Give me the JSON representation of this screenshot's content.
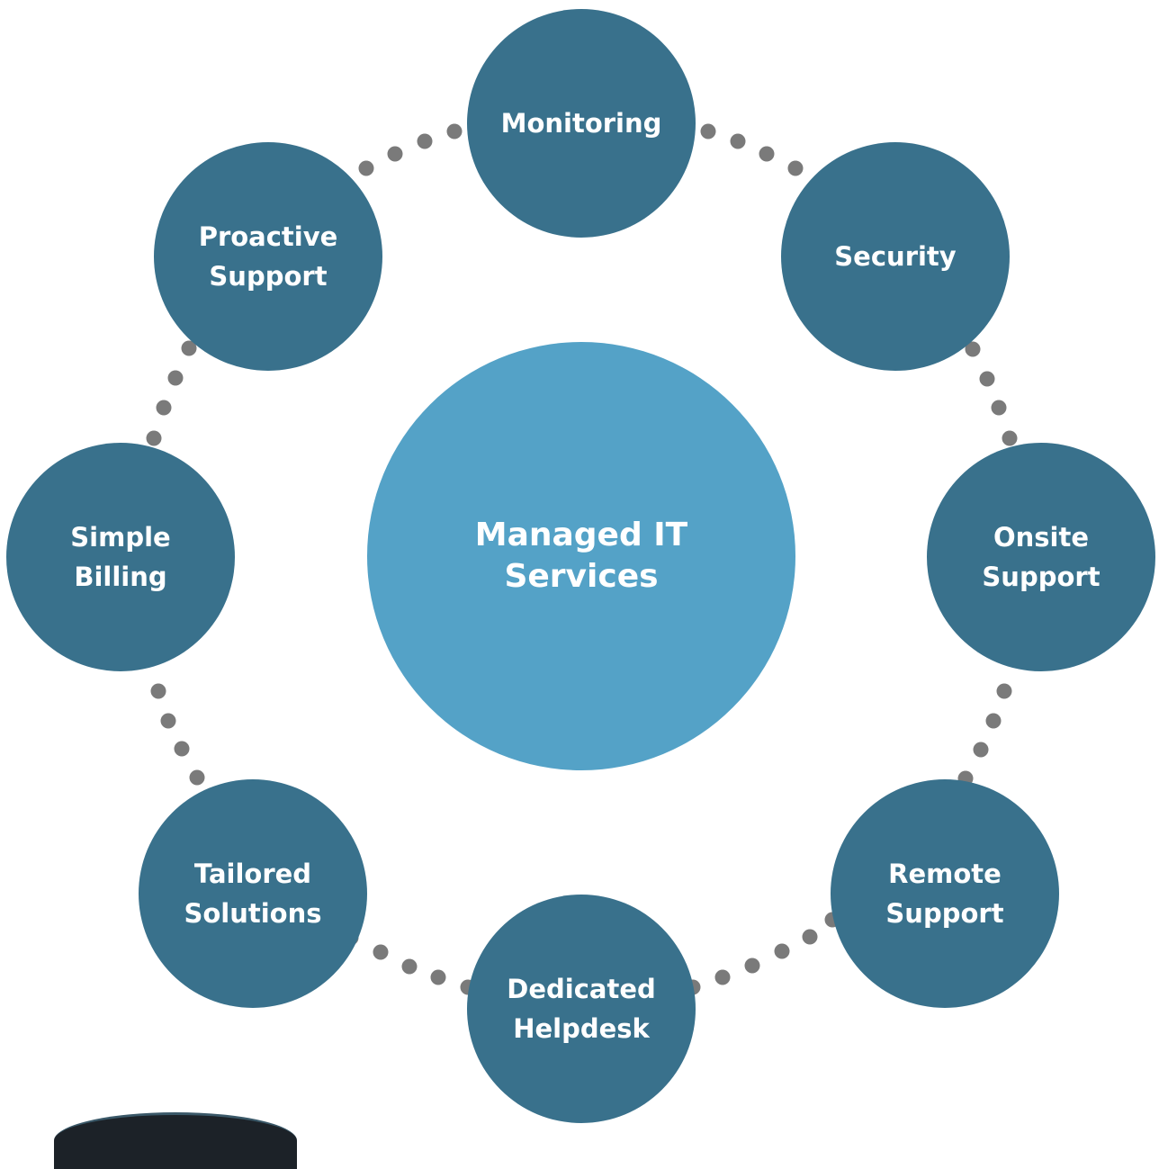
{
  "colors": {
    "center_fill": "#54a2c7",
    "node_fill": "#39718c",
    "dot_fill": "#7a7a7a",
    "text": "#ffffff"
  },
  "center": {
    "label": "Managed IT Services"
  },
  "nodes": [
    {
      "id": "monitoring",
      "label": "Monitoring"
    },
    {
      "id": "security",
      "label": "Security"
    },
    {
      "id": "onsite-support",
      "label": "Onsite Support"
    },
    {
      "id": "remote-support",
      "label": "Remote Support"
    },
    {
      "id": "dedicated-helpdesk",
      "label": "Dedicated Helpdesk"
    },
    {
      "id": "tailored-solutions",
      "label": "Tailored Solutions"
    },
    {
      "id": "simple-billing",
      "label": "Simple Billing"
    },
    {
      "id": "proactive-support",
      "label": "Proactive Support"
    }
  ]
}
